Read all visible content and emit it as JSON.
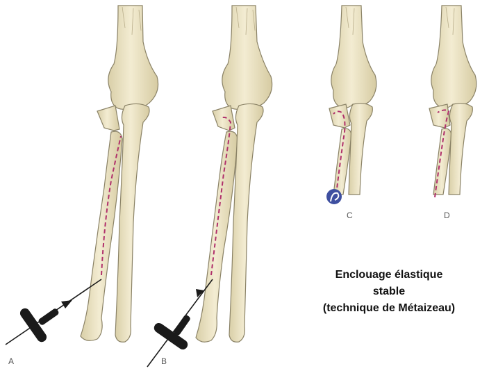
{
  "labels": {
    "a": "A",
    "b": "B",
    "c": "C",
    "d": "D"
  },
  "caption": {
    "line1": "Enclouage élastique",
    "line2": "stable",
    "line3": "(technique de Métaizeau)"
  },
  "colors": {
    "bone": "#eee6c8",
    "bone_outline": "#8a8266",
    "nail_path": "#b0306b",
    "tool": "#1a1a1a",
    "caption_text": "#111111"
  }
}
